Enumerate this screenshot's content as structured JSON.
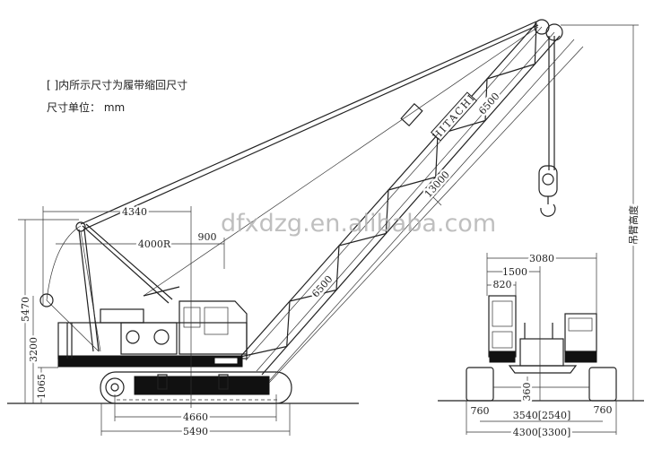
{
  "notes": {
    "retracted_note": "[ ]内所示尺寸为履带缩回尺寸",
    "unit_note": "尺寸单位： mm"
  },
  "watermark": "dfxdzg.en.alibaba.com",
  "boom_logo": "HITACHI",
  "side_view": {
    "dim_4340": "4340",
    "dim_4000r": "4000R",
    "dim_900": "900",
    "dim_5470": "5470",
    "dim_3200": "3200",
    "dim_1065": "1065",
    "dim_4660": "4660",
    "dim_5490": "5490",
    "boom_upper": "6500",
    "boom_total": "13000",
    "boom_lower": "6500",
    "boom_height_label": "吊臂高度"
  },
  "rear_view": {
    "dim_3080": "3080",
    "dim_1500": "1500",
    "dim_820": "820",
    "dim_360": "360",
    "dim_760_left": "760",
    "dim_760_right": "760",
    "dim_3540": "3540[2540]",
    "dim_4300": "4300[3300]"
  }
}
